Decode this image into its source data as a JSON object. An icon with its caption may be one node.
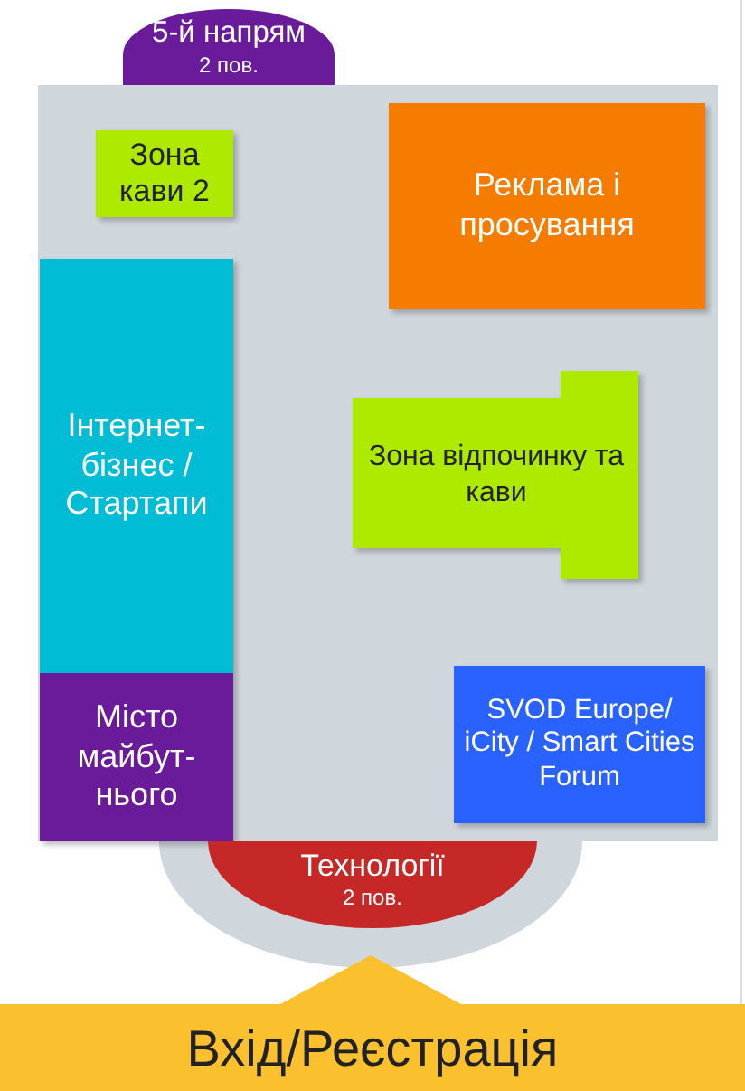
{
  "diagram": {
    "nodes": [
      {
        "text": [],
        "shape": "box"
      },
      {
        "text": [
          "5-й напрям",
          "2 пов."
        ]
      },
      {
        "text": [
          "Зона кави 2"
        ],
        "in": 0
      },
      {
        "text": [
          "Реклама і просування"
        ],
        "in": 0
      },
      {
        "text": [
          "Інтернет-бізнес / Стартапи"
        ],
        "in": 0
      },
      {
        "text": [
          "Місто майбут-нього"
        ],
        "in": 0
      },
      {
        "text": [
          "Зона відпочинку та кави"
        ],
        "in": 0
      },
      {
        "text": [
          "SVOD Europe/ iCity / Smart Cities Forum"
        ],
        "in": 0
      },
      {
        "text": [
          "Технології",
          "2 пов."
        ]
      },
      {
        "text": [
          "Вхід/Реєстрація"
        ]
      }
    ]
  }
}
